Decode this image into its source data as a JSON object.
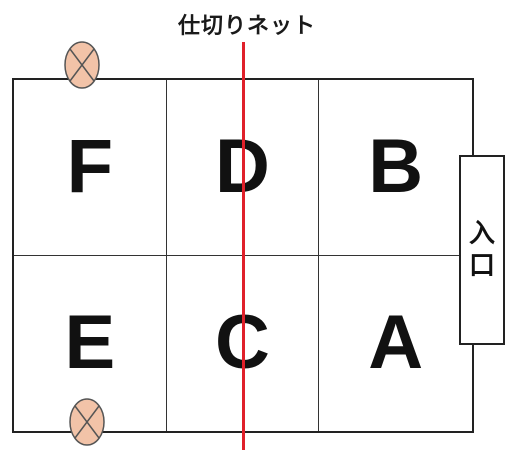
{
  "title": "仕切りネット",
  "court": {
    "cells": [
      {
        "label": "F"
      },
      {
        "label": "D"
      },
      {
        "label": "B"
      },
      {
        "label": "E"
      },
      {
        "label": "C"
      },
      {
        "label": "A"
      }
    ]
  },
  "entrance": {
    "chars": [
      "入",
      "口"
    ]
  },
  "net": {
    "color": "#e0202a"
  },
  "lights": {
    "icon": "crossed-lamp-icon",
    "fill": "#f2c3a8"
  }
}
